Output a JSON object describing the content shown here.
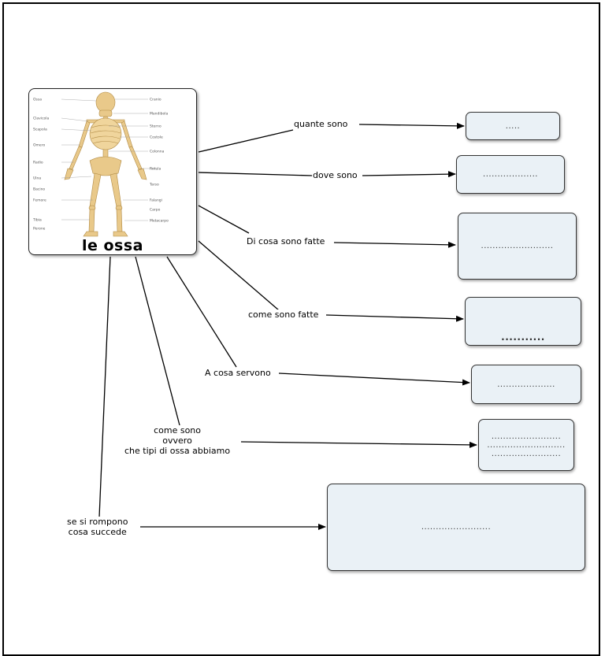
{
  "central": {
    "title": "le ossa",
    "bone_labels_left": [
      "Ossa",
      "Clavicola",
      "Scapola",
      "Omero",
      "Radio",
      "Ulna",
      "Bacino",
      "Femore",
      "Tibia",
      "Perone"
    ],
    "bone_labels_right": [
      "Cranio",
      "Mandibola",
      "Sterno",
      "Costole",
      "Colonna",
      "Rotula",
      "Tarso",
      "Falangi",
      "Carpo",
      "Metacarpo"
    ]
  },
  "branches": [
    {
      "label": "quante sono",
      "answer": [
        "....."
      ]
    },
    {
      "label": "dove sono",
      "answer": [
        "..................."
      ]
    },
    {
      "label": "Di cosa sono fatte",
      "answer": [
        "........................."
      ]
    },
    {
      "label": "come sono fatte",
      "answer": [
        "..........."
      ]
    },
    {
      "label": "A cosa servono",
      "answer": [
        "...................."
      ]
    },
    {
      "label": [
        "come sono",
        "ovvero",
        "che tipi di ossa abbiamo"
      ],
      "answer": [
        "........................",
        "...........................",
        "........................"
      ]
    },
    {
      "label": [
        "se si rompono",
        "cosa succede"
      ],
      "answer": [
        "........................"
      ]
    }
  ]
}
